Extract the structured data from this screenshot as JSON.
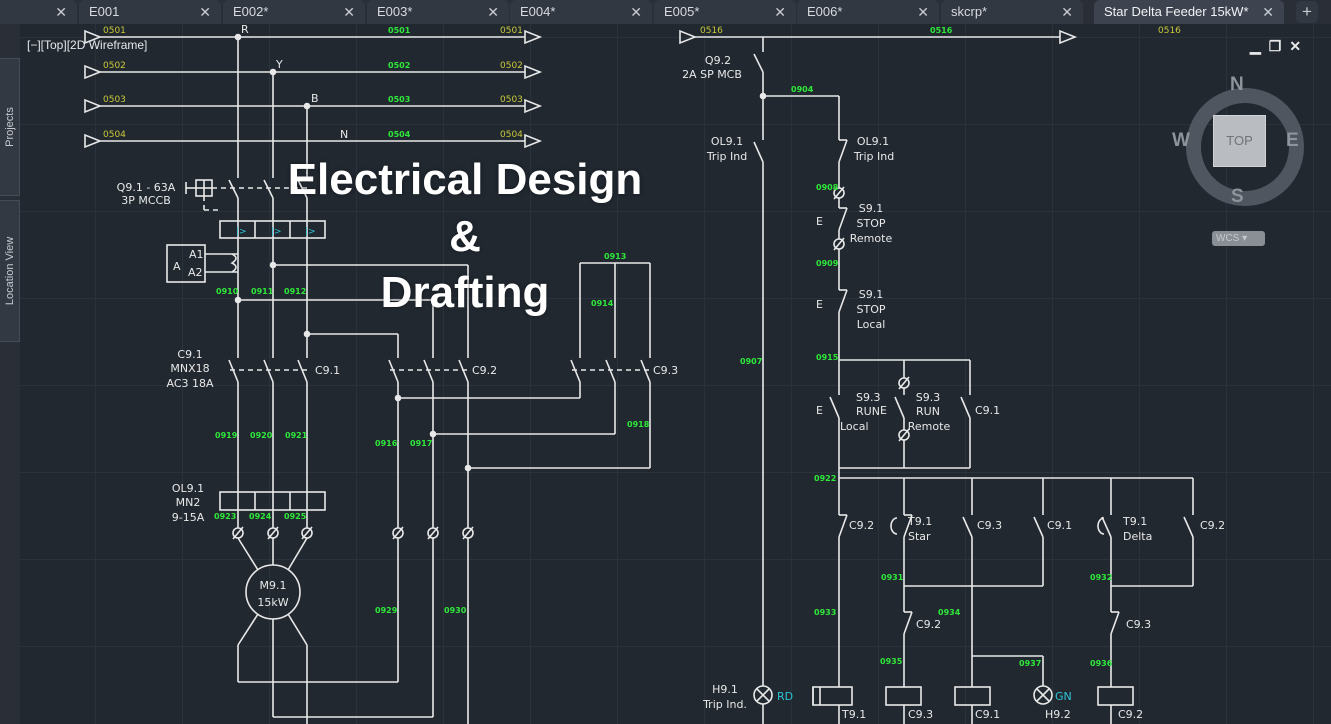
{
  "tabs": [
    {
      "label": "",
      "active": false
    },
    {
      "label": "E001",
      "active": false
    },
    {
      "label": "E002*",
      "active": false
    },
    {
      "label": "E003*",
      "active": false
    },
    {
      "label": "E004*",
      "active": false
    },
    {
      "label": "E005*",
      "active": false
    },
    {
      "label": "E006*",
      "active": false
    },
    {
      "label": "skcrp*",
      "active": false
    },
    {
      "label": "Star Delta Feeder 15kW*",
      "active": true
    }
  ],
  "tab_close_glyph": "✕",
  "tab_add_glyph": "+",
  "side_panels": [
    "Projects",
    "Location View"
  ],
  "viewport_label": "[−][Top][2D Wireframe]",
  "window_controls": {
    "minimize": "▁",
    "restore": "❐",
    "close": "✕"
  },
  "viewcube": {
    "top": "TOP",
    "n": "N",
    "s": "S",
    "e": "E",
    "w": "W",
    "ucs": "WCS ▾"
  },
  "overlay_title": {
    "line1": "Electrical Design",
    "line2": "&",
    "line3": "Drafting"
  },
  "colors": {
    "canvas": "#212830",
    "wire": "#e8e8e8",
    "wire_number": "#2fe83a",
    "bus_label": "#c9c93a",
    "lamp_color_label": "#2ec4d6"
  },
  "schematic": {
    "phases": [
      "R",
      "Y",
      "B",
      "N"
    ],
    "bus_labels": [
      "0501",
      "0502",
      "0503",
      "0504"
    ],
    "control_bus_label": "0516",
    "wire_numbers": [
      "0910",
      "0911",
      "0912",
      "0913",
      "0914",
      "0916",
      "0917",
      "0918",
      "0919",
      "0920",
      "0921",
      "0923",
      "0924",
      "0925",
      "0929",
      "0930",
      "0904",
      "0908",
      "0909",
      "0907",
      "0915",
      "0922",
      "0931",
      "0932",
      "0933",
      "0934",
      "0935",
      "0936",
      "0937"
    ],
    "pushbutton_mark": "E",
    "trip_unit_mark": "|>",
    "mccb": {
      "line1": "Q9.1 - 63A",
      "line2": "3P MCCB"
    },
    "aux": {
      "box": "A",
      "a1": "A1",
      "a2": "A2"
    },
    "c91": {
      "line1": "C9.1",
      "line2": "MNX18",
      "line3": "AC3 18A"
    },
    "contactors": {
      "c91": "C9.1",
      "c92": "C9.2",
      "c93": "C9.3"
    },
    "overload": {
      "line1": "OL9.1",
      "line2": "MN2",
      "line3": "9-15A"
    },
    "motor": {
      "line1": "M9.1",
      "line2": "15kW"
    },
    "mcb": {
      "line1": "Q9.2",
      "line2": "2A SP MCB"
    },
    "ol_contact": {
      "line1": "OL9.1",
      "line2": "Trip Ind"
    },
    "stop_remote": {
      "line1": "S9.1",
      "line2": "STOP",
      "line3": "Remote"
    },
    "stop_local": {
      "line1": "S9.1",
      "line2": "STOP",
      "line3": "Local"
    },
    "run_local": {
      "line1": "S9.3",
      "line2": "RUN",
      "line3": "Local"
    },
    "run_remote": {
      "line1": "S9.3",
      "line2": "RUN",
      "line3": "Remote"
    },
    "timer_star": {
      "line1": "T9.1",
      "line2": "Star"
    },
    "timer_delta": {
      "line1": "T9.1",
      "line2": "Delta"
    },
    "lamp_trip": {
      "line1": "H9.1",
      "line2": "Trip Ind.",
      "color": "RD"
    },
    "lamp_run": {
      "label": "H9.2",
      "color": "GN"
    },
    "coils": [
      "T9.1",
      "C9.3",
      "C9.1",
      "C9.2"
    ]
  }
}
